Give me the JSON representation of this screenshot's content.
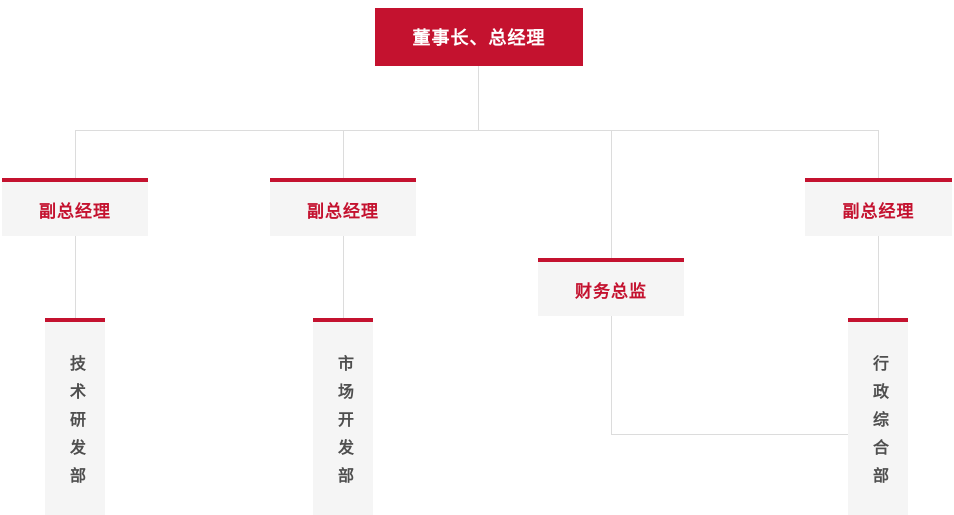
{
  "colors": {
    "accent": "#c4122f",
    "node_bg": "#f5f5f5",
    "line": "#dcdcdc",
    "root_text": "#ffffff",
    "dept_text": "#4f4f4f"
  },
  "chart": {
    "root": {
      "label": "董事长、总经理"
    },
    "level2": [
      {
        "label": "副总经理"
      },
      {
        "label": "副总经理"
      },
      {
        "label": "财务总监"
      },
      {
        "label": "副总经理"
      }
    ],
    "departments": [
      {
        "label": "技术研发部"
      },
      {
        "label": "市场开发部"
      },
      {
        "label": "行政综合部"
      }
    ]
  }
}
